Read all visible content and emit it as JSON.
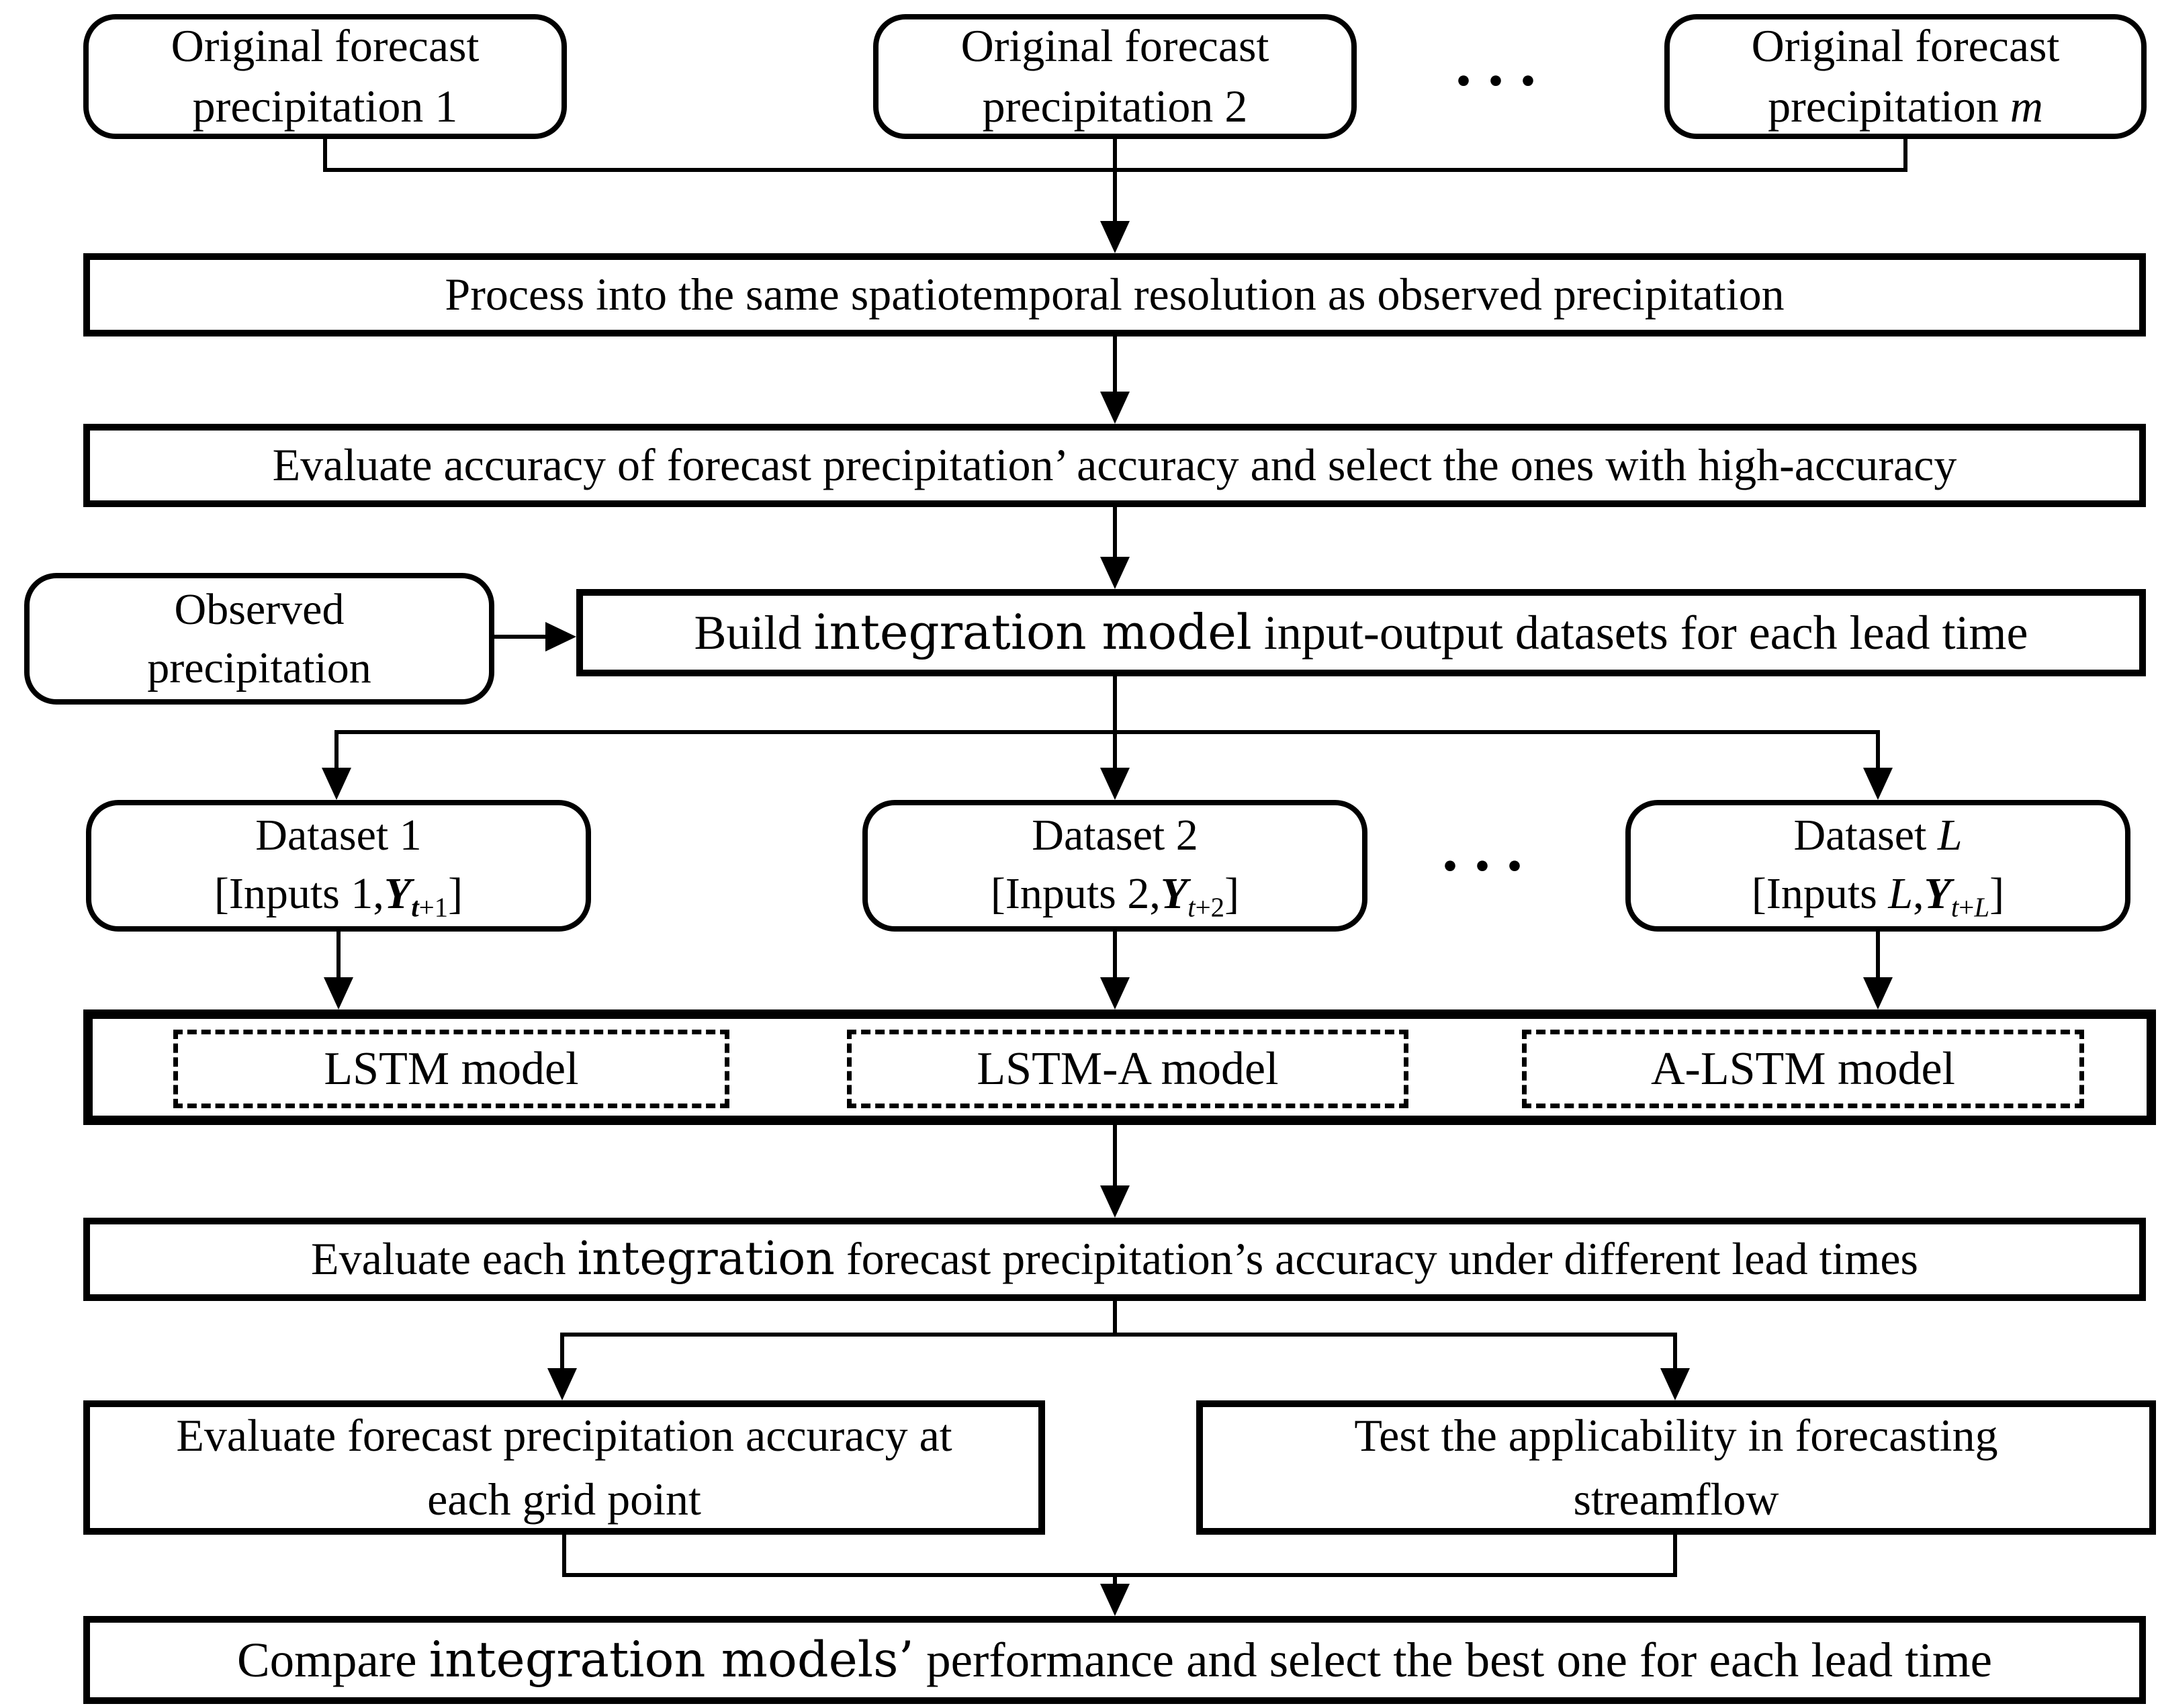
{
  "nodes": {
    "orig1": {
      "line1": "Original forecast",
      "line2": "precipitation 1"
    },
    "orig2": {
      "line1": "Original forecast",
      "line2": "precipitation 2"
    },
    "orig_m": {
      "line1": "Original forecast",
      "line2_prefix": "precipitation ",
      "line2_var": "m"
    },
    "ellipsis_top": "···",
    "process": {
      "text": "Process into the same spatiotemporal resolution as observed precipitation"
    },
    "select_accuracy": {
      "text": "Evaluate accuracy of forecast precipitation’ accuracy and select the ones with high-accuracy"
    },
    "observed": {
      "line1": "Observed",
      "line2": "precipitation"
    },
    "build": {
      "prefix": "Build ",
      "alt": "integration model",
      "suffix": " input-output datasets for each lead time"
    },
    "dataset1": {
      "title": "Dataset 1",
      "open": "[Inputs 1,",
      "y": "Y",
      "sub_t": "t",
      "sub_plus": "+",
      "sub_num": "1",
      "close": "]"
    },
    "dataset2": {
      "title": "Dataset 2",
      "open": "[Inputs 2,",
      "y": "Y",
      "sub_t": "t",
      "sub_plus": "+",
      "sub_num": "2",
      "close": "]"
    },
    "ellipsis_mid": "···",
    "datasetL": {
      "title_prefix": "Dataset ",
      "title_var": "L",
      "open": "[Inputs ",
      "open_var": "L",
      "open_comma": ",",
      "y": "Y",
      "sub_t": "t",
      "sub_plus": "+",
      "sub_var": "L",
      "close": "]"
    },
    "models": {
      "lstm": "LSTM model",
      "lstm_a": "LSTM-A model",
      "a_lstm": "A-LSTM model"
    },
    "evaluate_each": {
      "prefix": "Evaluate each ",
      "alt": "integration",
      "suffix": " forecast precipitation’s accuracy under different lead times"
    },
    "grid_eval": {
      "line1": "Evaluate forecast precipitation accuracy at",
      "line2": "each grid point"
    },
    "streamflow": {
      "line1": "Test the applicability in forecasting",
      "line2": "streamflow"
    },
    "compare": {
      "prefix": "Compare ",
      "alt": "integration models’",
      "suffix": " performance and select the best one for each lead time"
    }
  },
  "colors": {
    "line": "#000000",
    "background": "#ffffff",
    "text": "#000000"
  }
}
